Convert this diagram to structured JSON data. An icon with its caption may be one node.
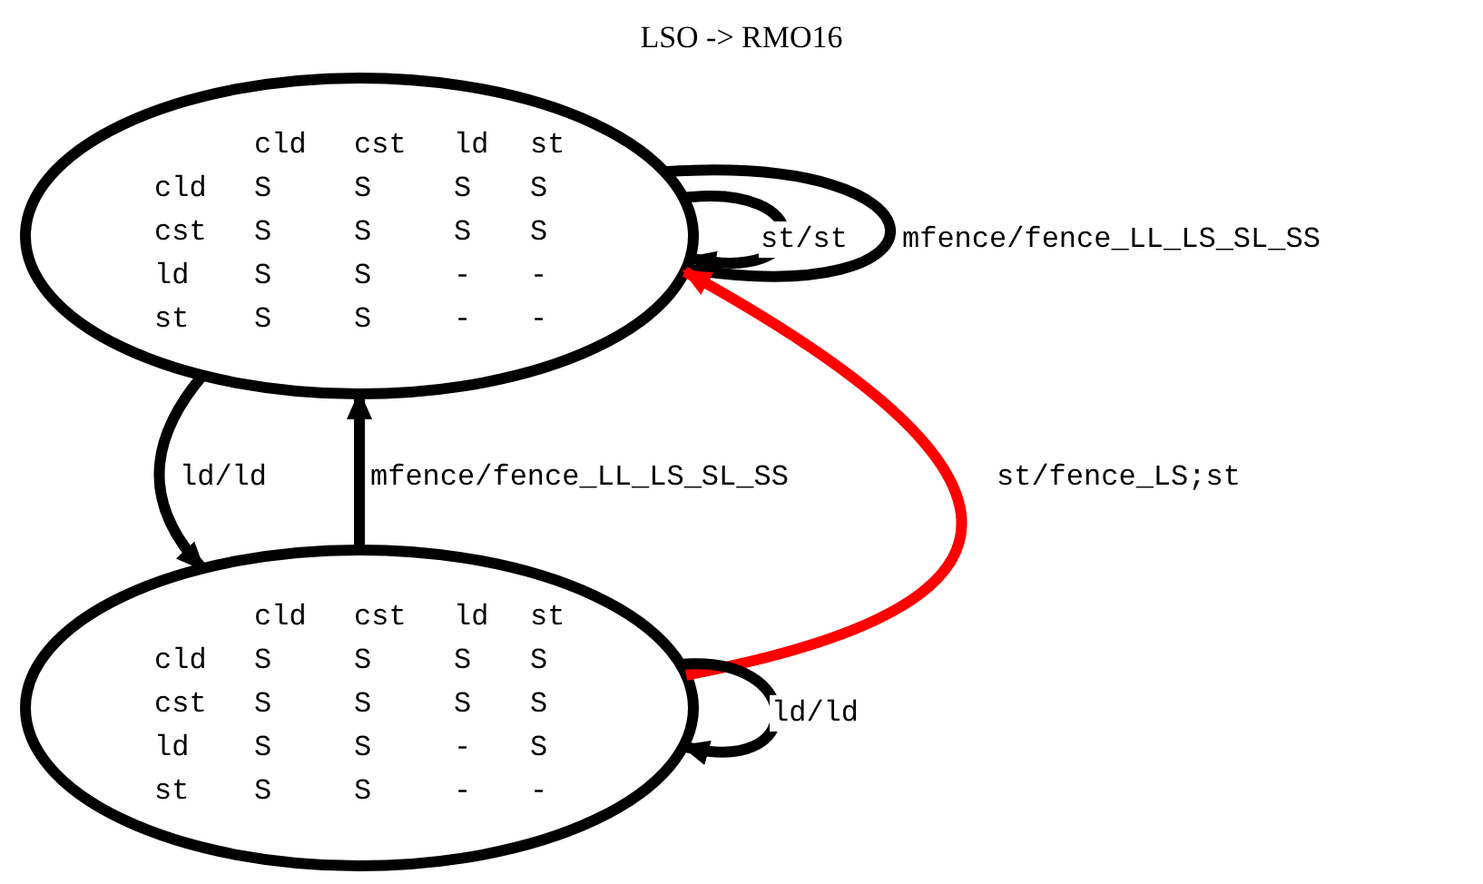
{
  "diagram": {
    "title": "LSO -> RMO16",
    "nodes": [
      {
        "text": [
          "cld cst ld st",
          "cld S S S S",
          "cst S S S S",
          "ld S S - -",
          "st S S - -"
        ]
      },
      {
        "text": [
          "cld cst ld st",
          "cld S S S S",
          "cst S S S S",
          "ld S S - S",
          "st S S - -"
        ]
      }
    ],
    "edges": [
      {
        "from": 0,
        "to": 0,
        "arrow": "to",
        "label": "st/st"
      },
      {
        "from": 0,
        "to": 0,
        "arrow": "to",
        "label": "mfence/fence_LL_LS_SL_SS"
      },
      {
        "from": 0,
        "to": 1,
        "arrow": "to",
        "label": "ld/ld"
      },
      {
        "from": 1,
        "to": 0,
        "arrow": "to",
        "label": "mfence/fence_LL_LS_SL_SS"
      },
      {
        "from": 1,
        "to": 0,
        "arrow": "to",
        "label": "st/fence_LS;st",
        "color": "#ff0000"
      },
      {
        "from": 1,
        "to": 1,
        "arrow": "to",
        "label": "ld/ld"
      }
    ]
  }
}
